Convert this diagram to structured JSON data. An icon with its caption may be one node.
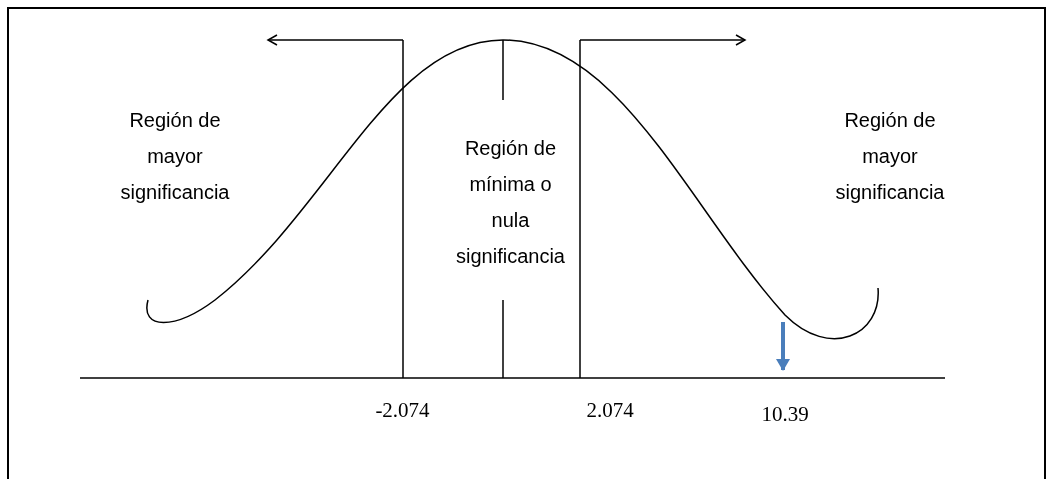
{
  "diagram": {
    "labels": [
      "Región de mayor significancia",
      "Región de mínima o nula significancia",
      "Región de mayor significancia",
      "-2.074",
      "2.074",
      "10.39"
    ]
  }
}
